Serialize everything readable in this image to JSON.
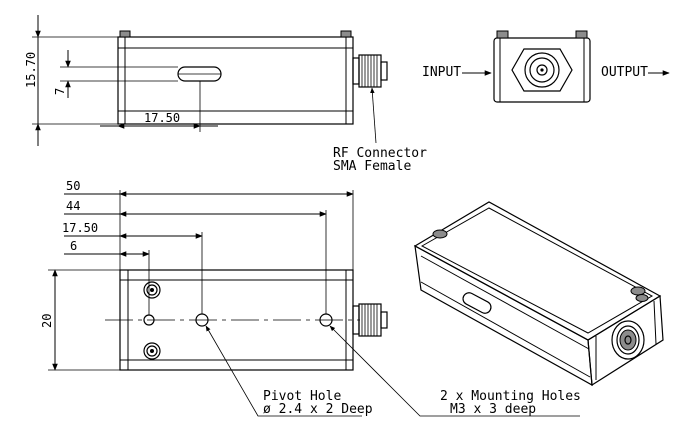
{
  "top_view": {
    "dim_height": "15.70",
    "dim_slot": "7",
    "dim_slot_offset": "17.50"
  },
  "connector_note": {
    "line1": "RF Connector",
    "line2": "SMA Female"
  },
  "end_view": {
    "input_label": "INPUT",
    "output_label": "OUTPUT"
  },
  "side_view": {
    "dim_overall": "50",
    "dim_mount2": "44",
    "dim_pivot": "17.50",
    "dim_mount1": "6",
    "dim_height": "20"
  },
  "pivot_note": {
    "line1": "Pivot Hole",
    "line2": "ø 2.4 x 2 Deep"
  },
  "mount_note": {
    "line1": "2 x Mounting Holes",
    "line2": "M3 x 3 deep"
  }
}
